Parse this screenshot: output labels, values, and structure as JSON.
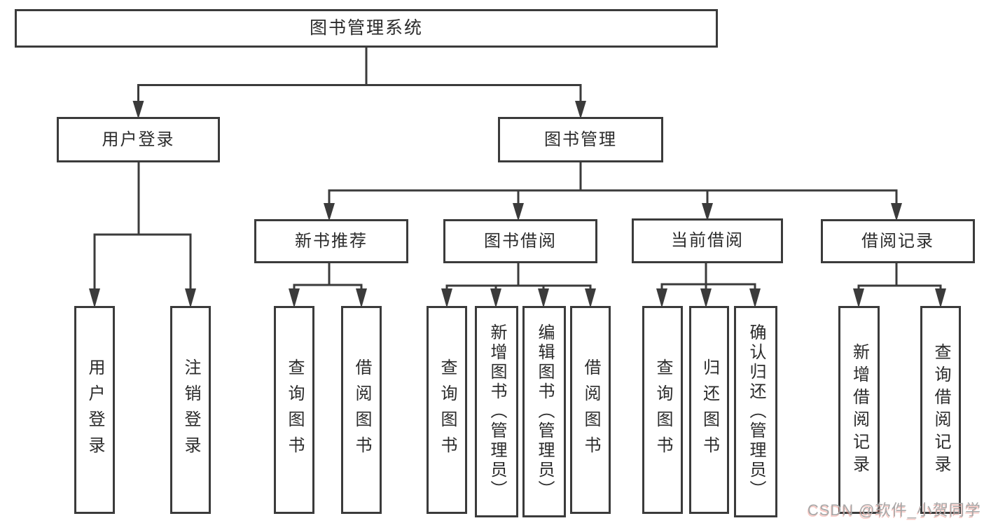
{
  "diagram": {
    "root": {
      "label": "图书管理系统"
    },
    "branches": [
      {
        "label": "用户登录",
        "children": [
          {
            "label": "用户登录"
          },
          {
            "label": "注销登录"
          }
        ]
      },
      {
        "label": "图书管理",
        "children": [
          {
            "label": "新书推荐",
            "children": [
              {
                "label": "查询图书"
              },
              {
                "label": "借阅图书"
              }
            ]
          },
          {
            "label": "图书借阅",
            "children": [
              {
                "label": "查询图书"
              },
              {
                "label": "新增图书（管理员）"
              },
              {
                "label": "编辑图书（管理员）"
              },
              {
                "label": "借阅图书"
              }
            ]
          },
          {
            "label": "当前借阅",
            "children": [
              {
                "label": "查询图书"
              },
              {
                "label": "归还图书"
              },
              {
                "label": "确认归还（管理员）"
              }
            ]
          },
          {
            "label": "借阅记录",
            "children": [
              {
                "label": "新增借阅记录"
              },
              {
                "label": "查询借阅记录"
              }
            ]
          }
        ]
      }
    ],
    "colors": {
      "line": "#3b3b3b",
      "text": "#2b2b2b",
      "background": "#ffffff"
    }
  },
  "watermark": {
    "text": "CSDN @软件_小贺同学",
    "color": "#a8a8a8"
  }
}
